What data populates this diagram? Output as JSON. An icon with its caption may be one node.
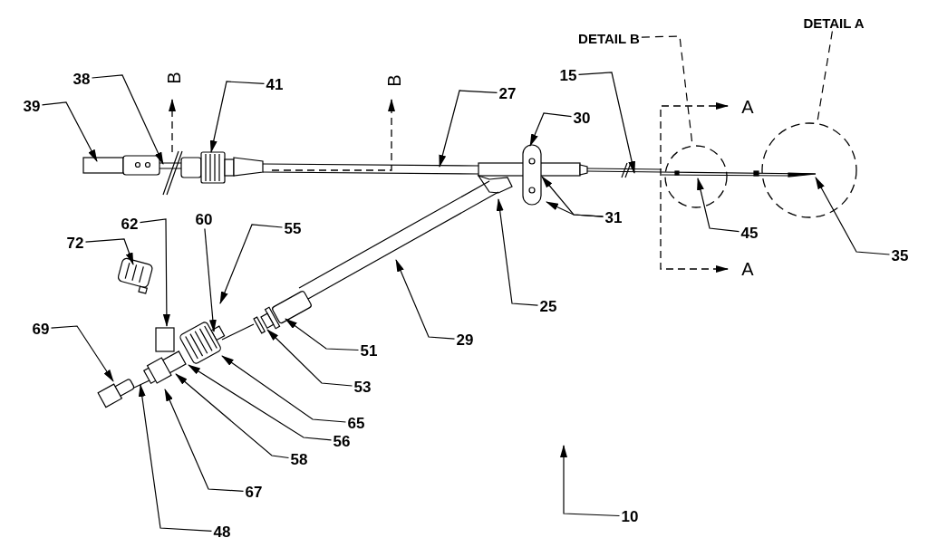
{
  "diagram": {
    "nodes": [
      {
        "text": [
          "39"
        ]
      },
      {
        "text": [
          "38"
        ]
      },
      {
        "text": [
          "41"
        ]
      },
      {
        "text": [
          "27"
        ]
      },
      {
        "text": [
          "15"
        ]
      },
      {
        "text": [
          "DETAIL B"
        ]
      },
      {
        "text": [
          "DETAIL A"
        ]
      },
      {
        "text": [
          "30"
        ]
      },
      {
        "text": [
          "31"
        ]
      },
      {
        "text": [
          "45"
        ]
      },
      {
        "text": [
          "35"
        ]
      },
      {
        "text": [
          "72"
        ]
      },
      {
        "text": [
          "62"
        ]
      },
      {
        "text": [
          "60"
        ]
      },
      {
        "text": [
          "55"
        ]
      },
      {
        "text": [
          "69"
        ]
      },
      {
        "text": [
          "25"
        ]
      },
      {
        "text": [
          "29"
        ]
      },
      {
        "text": [
          "51"
        ]
      },
      {
        "text": [
          "53"
        ]
      },
      {
        "text": [
          "65"
        ]
      },
      {
        "text": [
          "56"
        ]
      },
      {
        "text": [
          "58"
        ]
      },
      {
        "text": [
          "67"
        ]
      },
      {
        "text": [
          "48"
        ]
      },
      {
        "text": [
          "10"
        ]
      },
      {
        "text": [],
        "shape": "circle"
      },
      {
        "text": [],
        "shape": "circle"
      }
    ],
    "edges": [
      {
        "from": 0,
        "to": null,
        "arrow": "to"
      },
      {
        "from": 1,
        "to": null,
        "arrow": "to"
      },
      {
        "from": 2,
        "to": null,
        "arrow": "to"
      },
      {
        "from": 3,
        "to": null,
        "arrow": "to"
      },
      {
        "from": 4,
        "to": null,
        "arrow": "to"
      },
      {
        "from": 5,
        "to": 26,
        "arrow": "none",
        "style": "dashed"
      },
      {
        "from": 6,
        "to": 27,
        "arrow": "none",
        "style": "dashed"
      },
      {
        "from": 7,
        "to": null,
        "arrow": "to"
      },
      {
        "from": 8,
        "to": null,
        "arrow": "to"
      },
      {
        "from": 8,
        "to": null,
        "arrow": "to"
      },
      {
        "from": 9,
        "to": 26,
        "arrow": "to"
      },
      {
        "from": 10,
        "to": 27,
        "arrow": "to"
      },
      {
        "from": 11,
        "to": null,
        "arrow": "to"
      },
      {
        "from": 12,
        "to": null,
        "arrow": "to"
      },
      {
        "from": 13,
        "to": null,
        "arrow": "to"
      },
      {
        "from": 14,
        "to": null,
        "arrow": "to"
      },
      {
        "from": 15,
        "to": null,
        "arrow": "to"
      },
      {
        "from": 16,
        "to": null,
        "arrow": "to"
      },
      {
        "from": 17,
        "to": null,
        "arrow": "to"
      },
      {
        "from": 18,
        "to": null,
        "arrow": "to"
      },
      {
        "from": 19,
        "to": null,
        "arrow": "to"
      },
      {
        "from": 20,
        "to": null,
        "arrow": "to"
      },
      {
        "from": 21,
        "to": null,
        "arrow": "to"
      },
      {
        "from": 22,
        "to": null,
        "arrow": "to"
      },
      {
        "from": 23,
        "to": null,
        "arrow": "to"
      },
      {
        "from": 24,
        "to": null,
        "arrow": "to"
      },
      {
        "from": 25,
        "to": null,
        "arrow": "to"
      }
    ],
    "labels": [
      "B",
      "B",
      "A",
      "A"
    ]
  }
}
